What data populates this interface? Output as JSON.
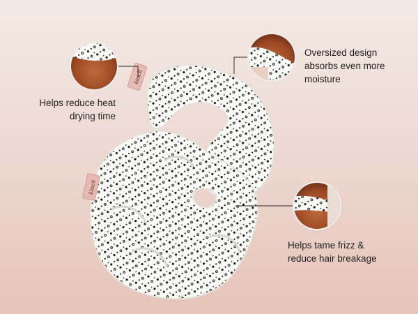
{
  "callouts": {
    "drying": [
      "Helps reduce heat",
      "drying time"
    ],
    "moisture": [
      "Oversized design",
      "absorbs even more",
      "moisture"
    ],
    "frizz": [
      "Helps tame frizz &",
      "reduce hair breakage"
    ]
  },
  "brand_tag_text": "kitsch",
  "colors": {
    "background_top": "#f3e9e4",
    "background_bottom": "#e6c4b9",
    "scrunchie": "#fbfbf8",
    "dots": "#1c1c1c",
    "hair": "#a5532c",
    "tag": "#e6b9b2",
    "leader_line": "#2a2a2a"
  },
  "icons": [
    "hair-closeup-circle",
    "scrunchie-product"
  ]
}
